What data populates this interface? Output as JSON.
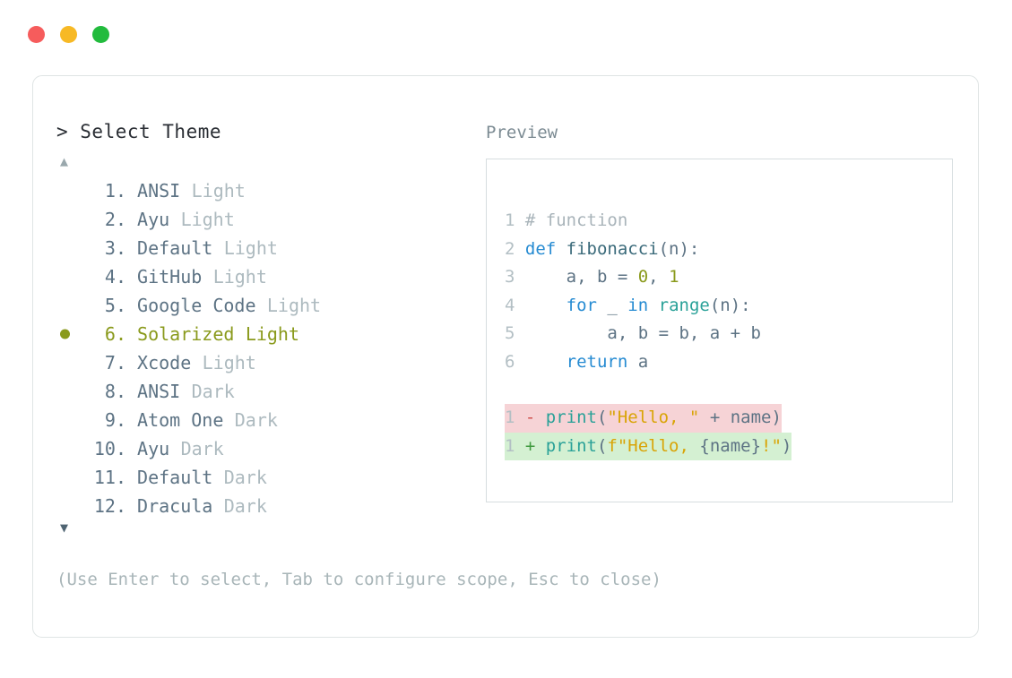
{
  "window": {
    "traffic_lights": [
      {
        "name": "close-button",
        "color": "#f65c5c"
      },
      {
        "name": "minimize-button",
        "color": "#f7b925"
      },
      {
        "name": "maximize-button",
        "color": "#22bb3d"
      }
    ]
  },
  "left": {
    "title": "> Select Theme",
    "scroll_up": "▲",
    "scroll_down": "▼",
    "selected_index": 6,
    "items": [
      {
        "num": "1.",
        "name": "ANSI",
        "variant": "Light",
        "selected": false
      },
      {
        "num": "2.",
        "name": "Ayu",
        "variant": "Light",
        "selected": false
      },
      {
        "num": "3.",
        "name": "Default",
        "variant": "Light",
        "selected": false
      },
      {
        "num": "4.",
        "name": "GitHub",
        "variant": "Light",
        "selected": false
      },
      {
        "num": "5.",
        "name": "Google Code",
        "variant": "Light",
        "selected": false
      },
      {
        "num": "6.",
        "name": "Solarized",
        "variant": "Light",
        "selected": true
      },
      {
        "num": "7.",
        "name": "Xcode",
        "variant": "Light",
        "selected": false
      },
      {
        "num": "8.",
        "name": "ANSI",
        "variant": "Dark",
        "selected": false
      },
      {
        "num": "9.",
        "name": "Atom One",
        "variant": "Dark",
        "selected": false
      },
      {
        "num": "10.",
        "name": "Ayu",
        "variant": "Dark",
        "selected": false
      },
      {
        "num": "11.",
        "name": "Default",
        "variant": "Dark",
        "selected": false
      },
      {
        "num": "12.",
        "name": "Dracula",
        "variant": "Dark",
        "selected": false
      }
    ]
  },
  "footer": {
    "hint": "(Use Enter to select, Tab to configure scope, Esc to close)"
  },
  "right": {
    "label": "Preview",
    "code": {
      "lines": [
        {
          "n": "1",
          "tokens": [
            {
              "t": "# function",
              "c": "c-comment"
            }
          ]
        },
        {
          "n": "2",
          "tokens": [
            {
              "t": "def ",
              "c": "c-kw"
            },
            {
              "t": "fibonacci",
              "c": "c-fn"
            },
            {
              "t": "(n):",
              "c": "c-plain"
            }
          ]
        },
        {
          "n": "3",
          "tokens": [
            {
              "t": "    a, b = ",
              "c": "c-plain"
            },
            {
              "t": "0",
              "c": "c-num"
            },
            {
              "t": ", ",
              "c": "c-plain"
            },
            {
              "t": "1",
              "c": "c-num"
            }
          ]
        },
        {
          "n": "4",
          "tokens": [
            {
              "t": "    ",
              "c": "c-plain"
            },
            {
              "t": "for",
              "c": "c-kw"
            },
            {
              "t": " _ ",
              "c": "c-plain"
            },
            {
              "t": "in",
              "c": "c-kw"
            },
            {
              "t": " ",
              "c": "c-plain"
            },
            {
              "t": "range",
              "c": "c-builtin"
            },
            {
              "t": "(n):",
              "c": "c-plain"
            }
          ]
        },
        {
          "n": "5",
          "tokens": [
            {
              "t": "        a, b = b, a + b",
              "c": "c-plain"
            }
          ]
        },
        {
          "n": "6",
          "tokens": [
            {
              "t": "    ",
              "c": "c-plain"
            },
            {
              "t": "return",
              "c": "c-kw"
            },
            {
              "t": " a",
              "c": "c-plain"
            }
          ]
        }
      ],
      "diff": [
        {
          "n": "1",
          "kind": "removed",
          "marker": "-",
          "tokens": [
            {
              "t": "print",
              "c": "c-builtin"
            },
            {
              "t": "(",
              "c": "c-plain"
            },
            {
              "t": "\"Hello, \"",
              "c": "c-str"
            },
            {
              "t": " + name)",
              "c": "c-plain"
            }
          ]
        },
        {
          "n": "1",
          "kind": "added",
          "marker": "+",
          "tokens": [
            {
              "t": "print",
              "c": "c-builtin"
            },
            {
              "t": "(",
              "c": "c-plain"
            },
            {
              "t": "f\"Hello, ",
              "c": "c-str"
            },
            {
              "t": "{name}",
              "c": "c-plain"
            },
            {
              "t": "!\"",
              "c": "c-str"
            },
            {
              "t": ")",
              "c": "c-plain"
            }
          ]
        }
      ]
    }
  }
}
